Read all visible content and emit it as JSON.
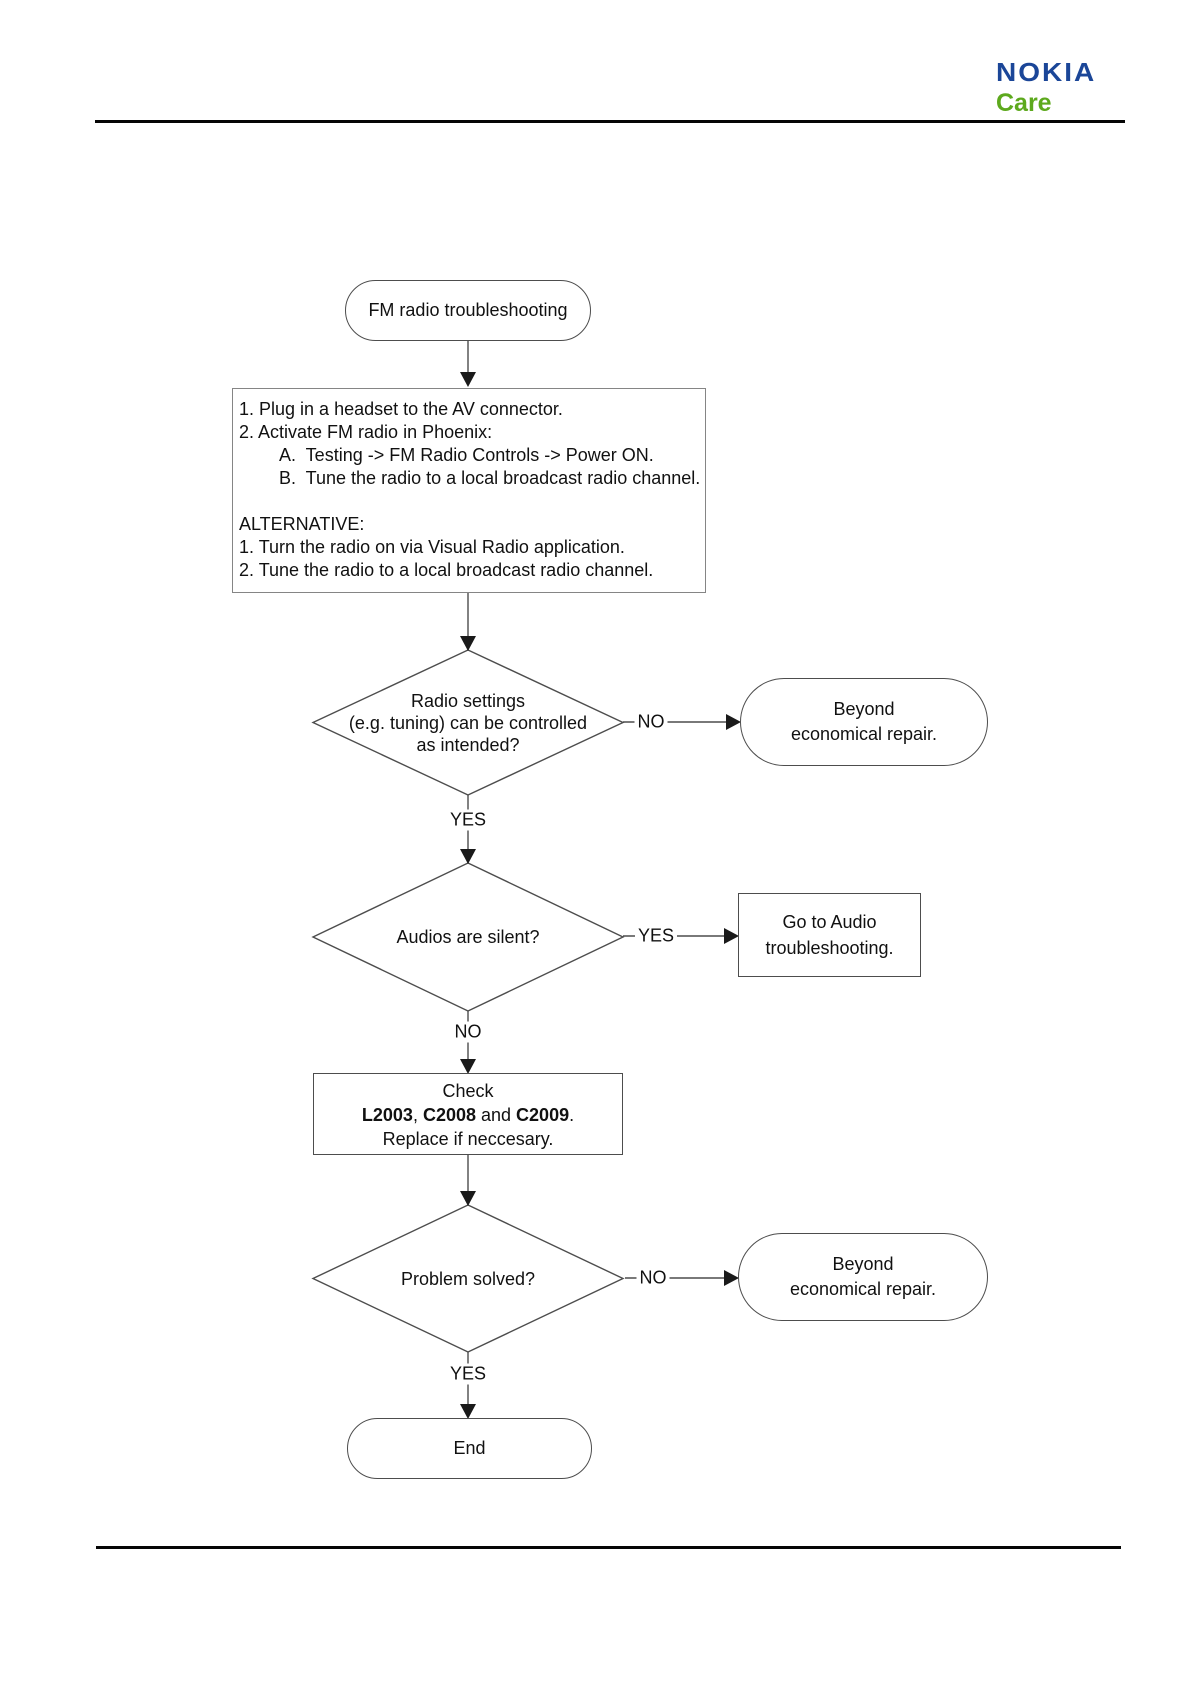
{
  "logo": {
    "brand": "NOKIA",
    "sub": "Care",
    "brand_color": "#1b4698",
    "sub_color": "#5da91d"
  },
  "flowchart": {
    "start": {
      "label": "FM radio troubleshooting"
    },
    "instructions": {
      "lines": [
        "1. Plug in a headset to the AV connector.",
        "2. Activate FM radio in Phoenix:",
        "A.  Testing -> FM Radio Controls -> Power ON.",
        "B.  Tune the radio to a local broadcast radio channel.",
        "",
        "ALTERNATIVE:",
        "1. Turn the radio on via Visual Radio application.",
        "2. Tune the radio to a local broadcast radio channel."
      ]
    },
    "decision1": {
      "lines": [
        "Radio settings",
        "(e.g. tuning) can be controlled",
        "as intended?"
      ],
      "no_label": "NO",
      "yes_label": "YES"
    },
    "ber1": {
      "lines": [
        "Beyond",
        "economical repair."
      ]
    },
    "decision2": {
      "label": "Audios are silent?",
      "yes_label": "YES",
      "no_label": "NO"
    },
    "audio": {
      "lines": [
        "Go to Audio",
        "troubleshooting."
      ]
    },
    "check": {
      "line1": "Check",
      "line2_parts": [
        {
          "text": "L2003",
          "bold": true
        },
        {
          "text": ", ",
          "bold": false
        },
        {
          "text": "C2008",
          "bold": true
        },
        {
          "text": " and ",
          "bold": false
        },
        {
          "text": "C2009",
          "bold": true
        },
        {
          "text": ".",
          "bold": false
        }
      ],
      "line3": "Replace if neccesary."
    },
    "decision3": {
      "label": "Problem solved?",
      "no_label": "NO",
      "yes_label": "YES"
    },
    "ber2": {
      "lines": [
        "Beyond",
        "economical repair."
      ]
    },
    "end": {
      "label": "End"
    },
    "line_color": "#4d4d4d"
  }
}
